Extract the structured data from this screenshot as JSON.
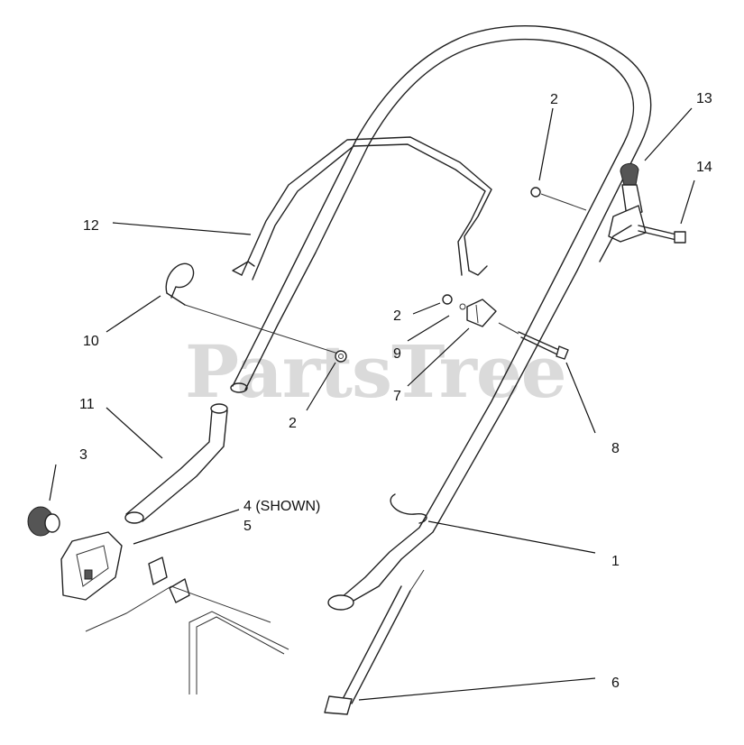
{
  "watermark": "PartsTree",
  "callouts": {
    "c1": "1",
    "c2a": "2",
    "c2b": "2",
    "c2c": "2",
    "c3": "3",
    "c4": "4 (SHOWN)",
    "c5": "5",
    "c6": "6",
    "c7": "7",
    "c8": "8",
    "c9": "9",
    "c10": "10",
    "c11": "11",
    "c12": "12",
    "c13": "13",
    "c14": "14"
  }
}
